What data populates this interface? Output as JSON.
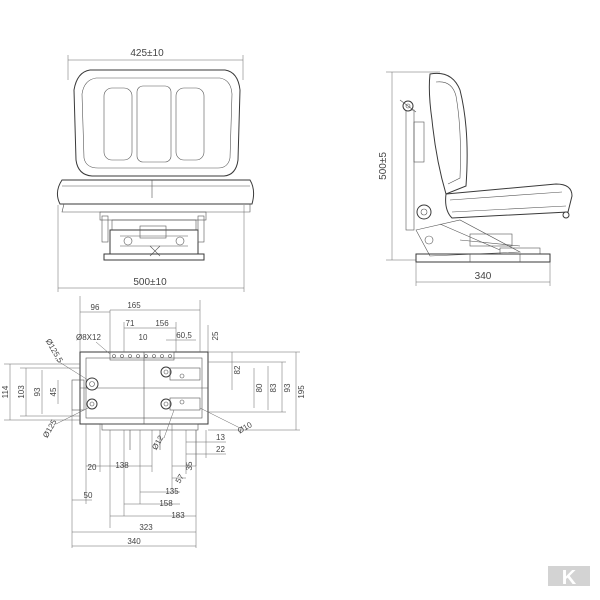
{
  "front_view": {
    "width_top": "425±10",
    "width_bottom": "500±10"
  },
  "side_view": {
    "height": "500±5",
    "depth": "340"
  },
  "plan_view": {
    "top": [
      "96",
      "165",
      "71",
      "156",
      "10",
      "60,5",
      "25"
    ],
    "hole_label": "Ø8X12",
    "left": [
      "114",
      "103",
      "93",
      "45"
    ],
    "diam_left": [
      "Ø125,5",
      "Ø125"
    ],
    "right": [
      "82",
      "80",
      "83",
      "93",
      "195"
    ],
    "center_labels": [
      "Ø12",
      "Ø10"
    ],
    "bottom_right": [
      "13",
      "22",
      "35",
      "57"
    ],
    "bottom": [
      "20",
      "138",
      "50",
      "135",
      "158",
      "183",
      "323",
      "340"
    ]
  },
  "brand": {
    "logo_glyph": "K"
  }
}
